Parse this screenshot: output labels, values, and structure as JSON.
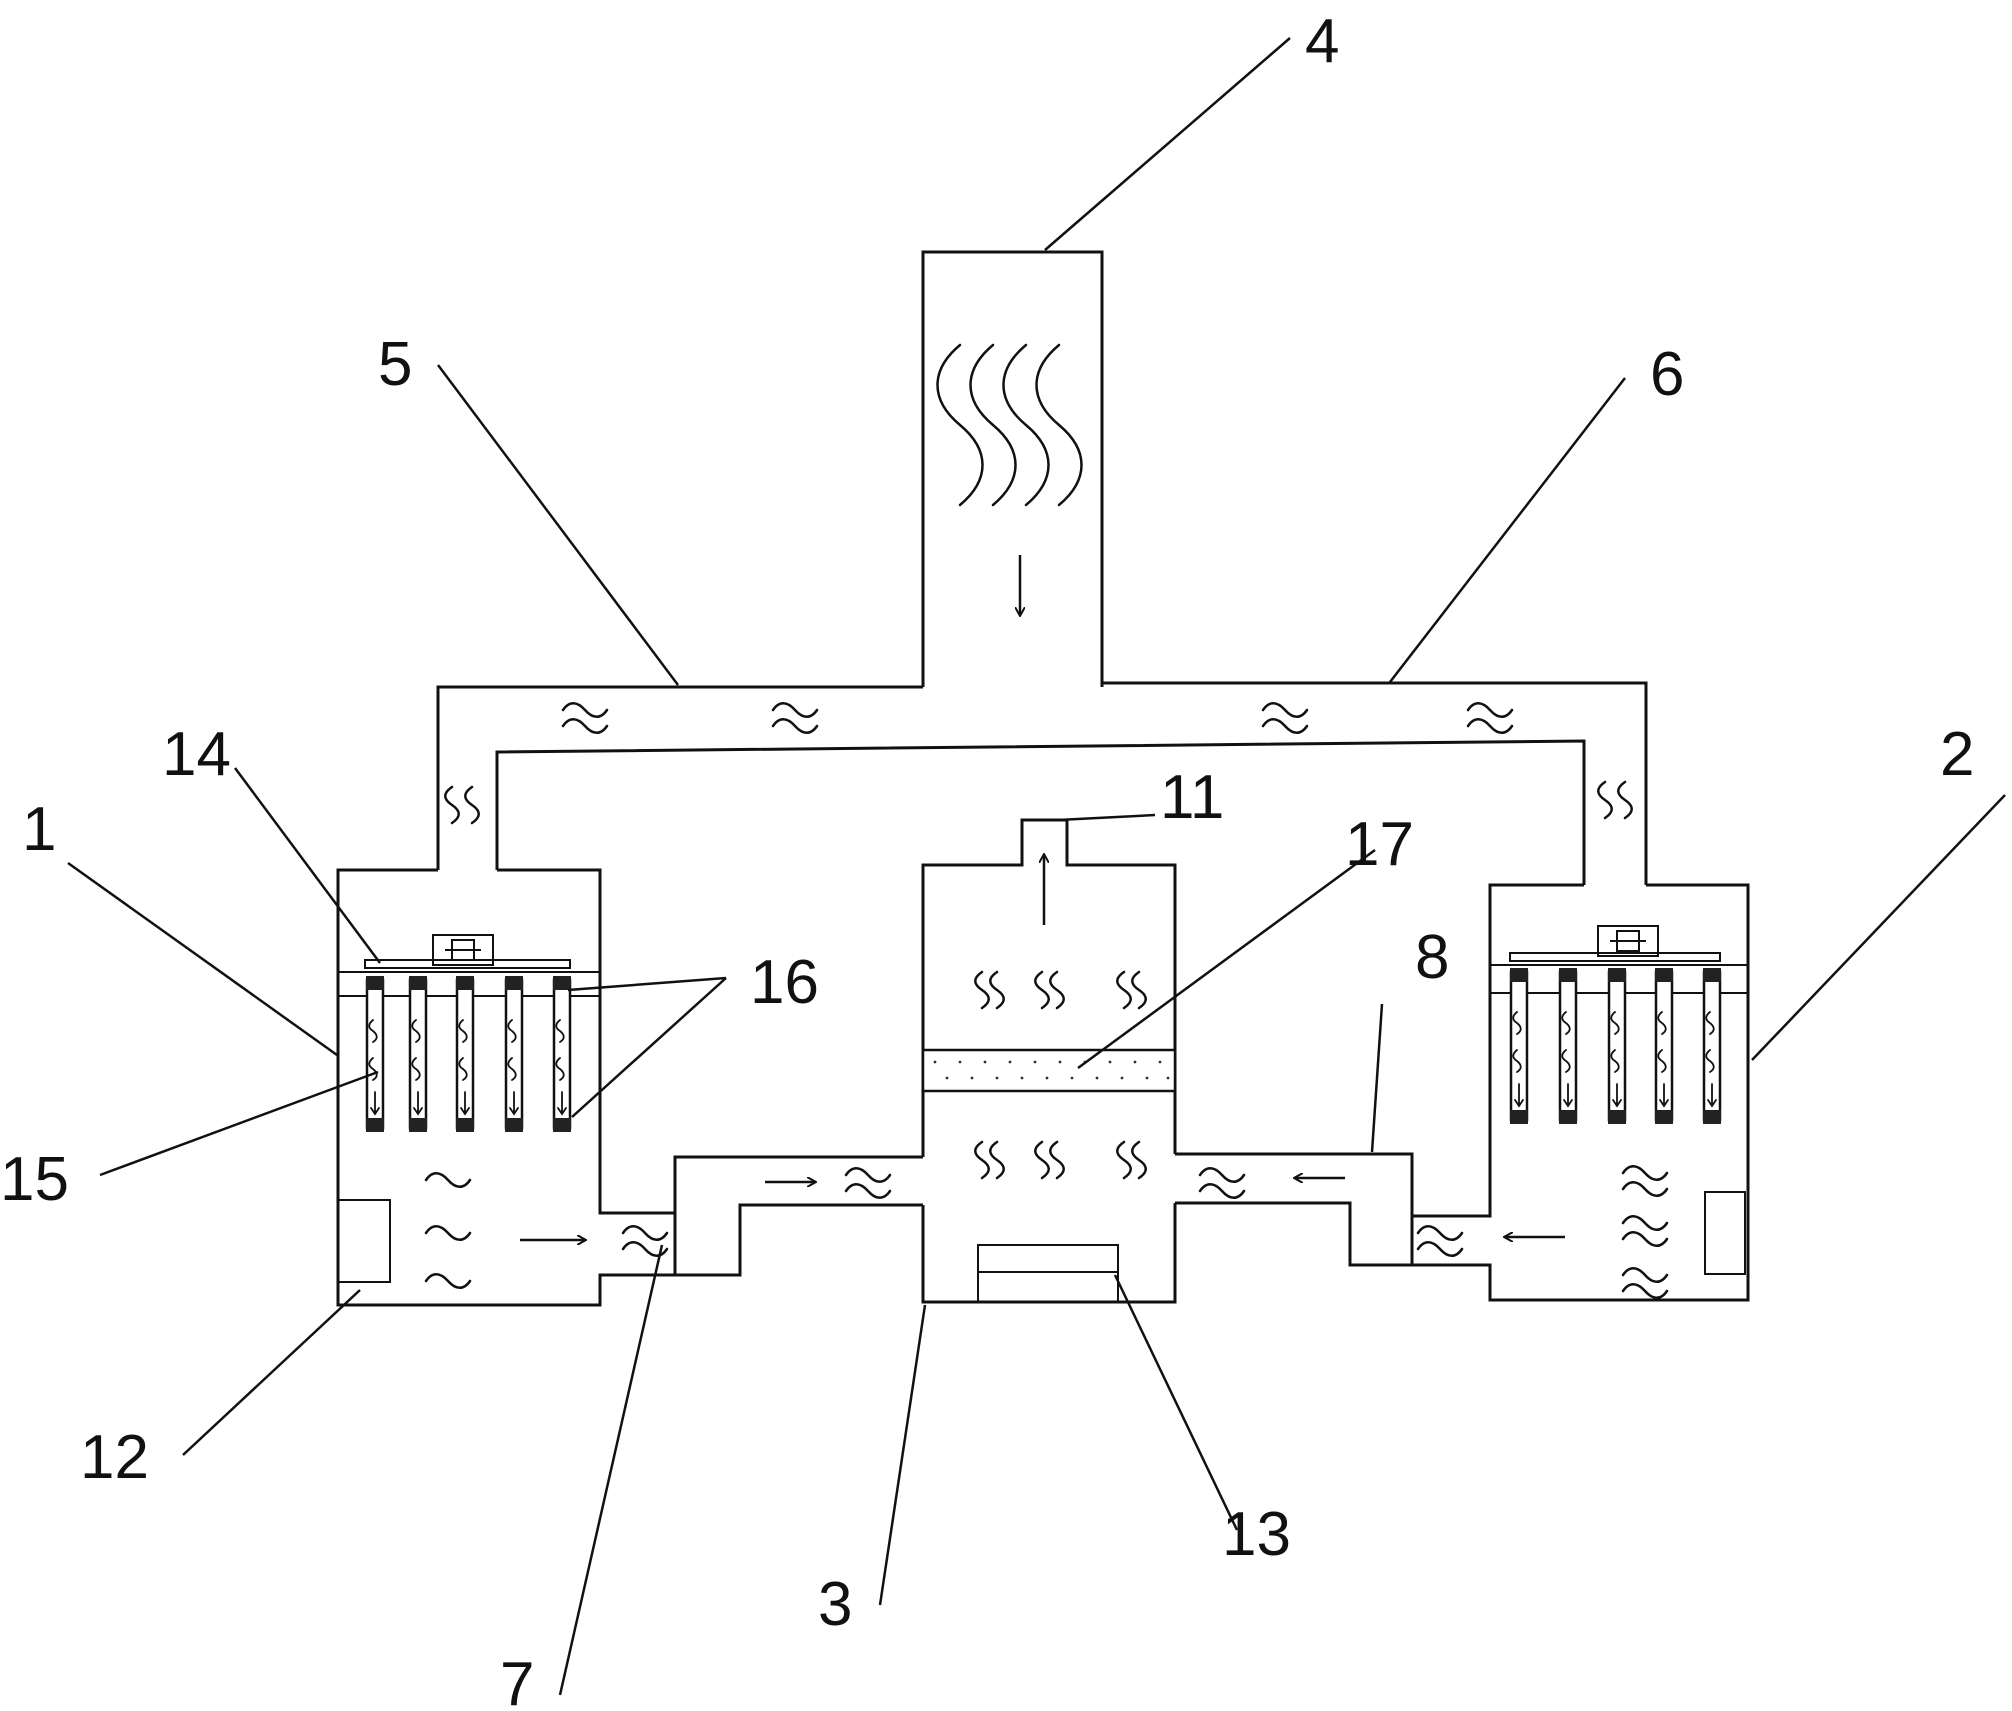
{
  "labels": {
    "n1": "1",
    "n2": "2",
    "n3": "3",
    "n4": "4",
    "n5": "5",
    "n6": "6",
    "n7": "7",
    "n8": "8",
    "n11": "11",
    "n12": "12",
    "n13": "13",
    "n14": "14",
    "n15": "15",
    "n16": "16",
    "n17": "17"
  }
}
